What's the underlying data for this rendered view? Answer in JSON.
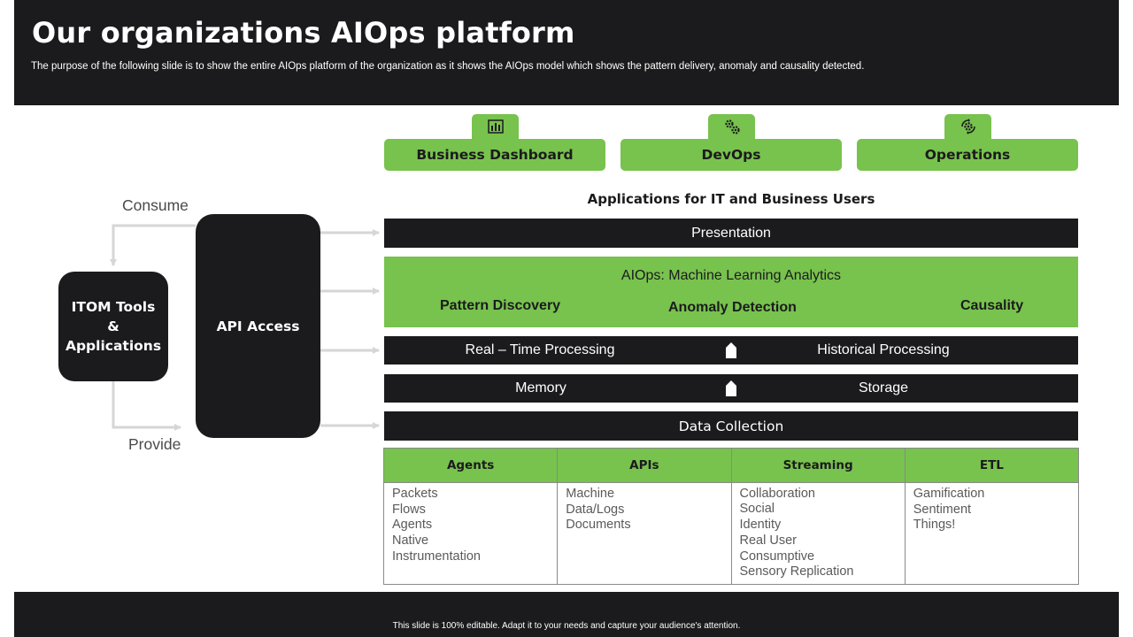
{
  "header": {
    "title": "Our organizations AIOps platform",
    "subtitle": "The purpose of the following slide is to show the entire AIOps  platform of the organization as it shows the AIOps model which shows the pattern delivery,  anomaly and causality detected."
  },
  "categories": [
    {
      "label": "Business Dashboard",
      "icon": "bar-chart-icon"
    },
    {
      "label": "DevOps",
      "icon": "gears-icon"
    },
    {
      "label": "Operations",
      "icon": "operations-gear-icon"
    }
  ],
  "applications_heading": "Applications for IT and Business Users",
  "presentation_label": "Presentation",
  "ml": {
    "title": "AIOps: Machine Learning Analytics",
    "pattern": "Pattern Discovery",
    "anomaly": "Anomaly Detection",
    "causality": "Causality"
  },
  "processing": {
    "left": "Real – Time Processing",
    "right": "Historical Processing"
  },
  "memory_row": {
    "left": "Memory",
    "right": "Storage"
  },
  "data_collection_label": "Data Collection",
  "table": {
    "columns": [
      {
        "header": "Agents",
        "items": [
          "Packets",
          "Flows",
          "Agents",
          "Native",
          "Instrumentation"
        ]
      },
      {
        "header": "APIs",
        "items": [
          "Machine",
          "Data/Logs",
          "Documents"
        ]
      },
      {
        "header": "Streaming",
        "items": [
          "Collaboration",
          "Social",
          "Identity",
          "Real User",
          "Consumptive",
          "Sensory Replication"
        ]
      },
      {
        "header": "ETL",
        "items": [
          "Gamification",
          "Sentiment",
          "Things!"
        ]
      }
    ]
  },
  "left": {
    "itom_lines": [
      "ITOM Tools",
      "&",
      "Applications"
    ],
    "api_label": "API Access",
    "consume_label": "Consume",
    "provide_label": "Provide"
  },
  "footer": {
    "text": "This slide is 100% editable.  Adapt it to your needs and capture your audience's attention."
  },
  "colors": {
    "dark": "#1b1b1d",
    "accent_green": "#78c24e",
    "connector_gray": "#d6d6d6"
  }
}
